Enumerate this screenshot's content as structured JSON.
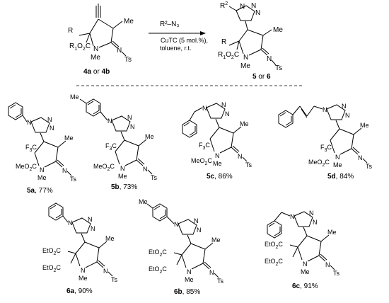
{
  "reaction": {
    "reagent": "R²–N₃",
    "catalyst": "CuTC (5 mol.%),",
    "solvent": "toluene, r.t.",
    "start_label": {
      "a": "4a",
      "or": " or ",
      "b": "4b"
    },
    "prod_label": {
      "a": "5",
      "or": " or ",
      "b": "6"
    }
  },
  "atoms": {
    "R": "R",
    "R1": "R",
    "R1sup": "1",
    "O2C": "O",
    "two": "2",
    "C": "C",
    "N": "N",
    "Me": "Me",
    "Ts": "Ts",
    "F3C": "F",
    "three": "3",
    "MeO2C": "MeO",
    "EtO2C": "EtO",
    "R2": "R",
    "R2sup": "2"
  },
  "products": [
    {
      "id": "5a",
      "yield": ", 77%"
    },
    {
      "id": "5b",
      "yield": ", 73%"
    },
    {
      "id": "5c",
      "yield": ", 86%"
    },
    {
      "id": "5d",
      "yield": ", 84%"
    },
    {
      "id": "6a",
      "yield": ", 90%"
    },
    {
      "id": "6b",
      "yield": ", 85%"
    },
    {
      "id": "6c",
      "yield": ", 91%"
    }
  ]
}
